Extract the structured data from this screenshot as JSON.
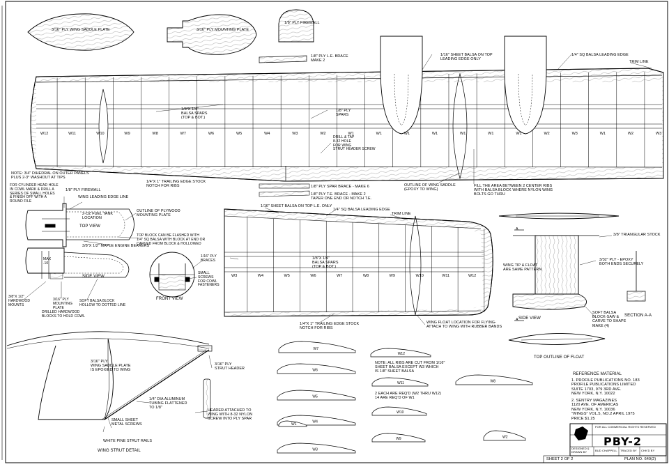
{
  "sheet": {
    "border_color": "#000000",
    "wood_color": "#888888"
  },
  "parts": {
    "wing_saddle_plate": "3/16\" PLY WING SADDLE PLATE",
    "mounting_plate": "3/16\" PLY MOUNTING PLATE",
    "firewall": "1/8\" PLY FIREWALL",
    "le_brace": "1/8\" PLY L.E. BRACE\nMAKE 2",
    "sheet_top_le": "1/16\" SHEET BALSA ON TOP\nLEADING EDGE ONLY",
    "sq_balsa_le": "1/4\" SQ BALSA LEADING EDGE",
    "trim_line": "TRIM LINE",
    "balsa_spars": "1/8\"X 1/4\"\nBALSA SPARS\n(TOP & BOT.)",
    "ply_spars": "1/8\" PLY\nSPARS",
    "drill_tap": "DRILL & TAP\n8-32 HOLE\nFOR WING\nSTRUT HEADER SCREW",
    "dihedral_note": "NOTE: 3/4\" DIHEDRAL ON OUTER PANELS\nPLUS 2-3° WASHOUT AT TIPS",
    "te_stock": "1/4\"X 1\" TRAILING EDGE STOCK\nNOTCH FOR RIBS",
    "spar_brace": "1/8\" PLY SPAR BRACE - MAKE 6",
    "te_brace": "1/8\" PLY T.E. BRACE - MAKE 2\nTAPER ONE END OR NOTCH T.E.",
    "saddle_outline": "OUTLINE OF WING SADDLE\n(EPOXY TO WING)",
    "fill_area": "FILL THE AREA BETWEEN 2 CENTER RIBS\nWITH BALSA BLOCK WHERE NYLON WING\nBOLTS GO THRU",
    "cyl_head_hole": "FOR CYLINDER HEAD HOLE\nIN COWL MARK & DRILL A\nSERIES OF SMALL HOLES\n& FINISH OFF WITH A\nROUND FILE",
    "ply_firewall_small": "1/8\" PLY FIREWALL",
    "wing_le_line": "WING LEADING EDGE LINE",
    "fuel_tank": "2-OZ FUEL TANK\nLOCATION",
    "outline_plywood": "OUTLINE OF PLYWOOD\nMOUNTING PLATE",
    "top_view": "TOP VIEW",
    "top_block": "TOP BLOCK CAN BE FLASHED WITH\n1/4\" SQ BALSA WITH BLOCK AT END OR\nCARVED FROM BLOCK & HOLLOWED",
    "maple_bearers": "3/8\"X 1/2\" MAPLE ENGINE BEARERS",
    "max": "MAX\n.10",
    "side_view": "SIDE VIEW",
    "hardwood_mounts": "3/8\"X 1/2\"\nHARDWOOD\nMOUNTS",
    "ply_mounting_plate": "3/16\" PLY\nMOUNTING\nPLATE",
    "soft_block": "SOFT BALSA BLOCK\nHOLLOW TO DOTTED LINE",
    "drilled_blocks": "DRILLED HARDWOOD\nBLOCKS TO HOLD COWL",
    "ply_braces": "1/16\" PLY\nBRACES",
    "small_screws": "SMALL\nSCREWS\nFOR COWL\nFASTENERS",
    "front_view": "FRONT VIEW",
    "sheet_top_le_2": "1/16\" SHEET BALSA ON TOP L.E. ONLY",
    "sq_balsa_le_2": "1/4\" SQ BALSA LEADING EDGE",
    "trim_line_2": "TRIM LINE",
    "balsa_spars_2": "1/8\"X 1/4\"\nBALSA SPARS\n(TOP & BOT.)",
    "te_stock_2": "1/4\"X 1\" TRAILING EDGE STOCK\nNOTCH FOR RIBS",
    "float_location": "WING FLOAT LOCATION FOR FLYING-\nATTACH TO WING WITH RUBBER BANDS",
    "triangular_stock": "3/8\" TRIANGULAR STOCK",
    "ply_epoxy": "3/32\" PLY - EPOXY\nBOTH ENDS SECURELY",
    "same_pattern": "WING TIP & FLOAT\nARE SAME PATTERN",
    "side_view_float": "SIDE VIEW",
    "soft_balsa_float": "SOFT BALSA\nBLOCK-SAW &\nCARVE TO SHAPE\nMAKE (4)",
    "section_aa": "SECTION A-A",
    "section_a1": "A",
    "section_a2": "A",
    "top_outline_float": "TOP OUTLINE OF FLOAT",
    "ribs_note": "NOTE: ALL RIBS ARE CUT FROM 1/16\"\nSHEET BALSA EXCEPT W3 WHICH\nIS 1/8\" SHEET BALSA",
    "reqd_note": "2 EACH ARE REQ'D (W2 THRU W12)\n14 ARE REQ'D OF W1",
    "saddle_plate_epoxied": "3/16\" PLY\nWING SADDLE PLATE\nIS EPOXIED TO WING",
    "strut_header": "3/16\" PLY\nSTRUT HEADER",
    "alu_tubing": "1/4\" DIA ALUMINUM\nTUBING FLATTENED\nTO 1/8\"",
    "sheet_metal_screws": "SMALL SHEET\nMETAL SCREWS",
    "header_attached": "HEADER ATTACHED TO\nWING WITH 8-32 NYLON\nSCREW INTO PLY SPAR",
    "white_pine": "WHITE PINE STRUT RAILS",
    "wing_strut_detail": "WING STRUT DETAIL"
  },
  "main_wing_ribs": [
    "W12",
    "W11",
    "W10",
    "W9",
    "W8",
    "W7",
    "W6",
    "W5",
    "W4",
    "W3",
    "W2",
    "W1",
    "W1",
    "W1",
    "W1",
    "W1",
    "W1",
    "W1",
    "W2",
    "W3",
    "W1",
    "W2",
    "W3"
  ],
  "outer_panel_ribs": [
    "W3",
    "W4",
    "W5",
    "W6",
    "W7",
    "W8",
    "W9",
    "W10",
    "W11",
    "W12"
  ],
  "rib_templates": [
    "W7",
    "W6",
    "W5",
    "W4",
    "W3",
    "W1",
    "W12",
    "W11",
    "W10",
    "W9",
    "W8",
    "W2"
  ],
  "reference": {
    "heading": "REFERENCE MATERIAL",
    "item1": "1. PROFILE PUBLICATIONS NO. 183\n   PROFILE PUBLICATIONS LIMITED\n   SUITE 1703, 979 3RD AVE.\n   NEW YORK, N.Y. 10022",
    "item2": "2. SENTRY MAGAZINES\n   1120 AVE. OF AMERICAS\n   NEW YORK, N.Y. 10036\n   \"WINGS\" VOL.5, NO.2 APRIL 1975\n   PRICE $1.25"
  },
  "titleblock": {
    "rights": "FOR ALL COMMERCIAL RIGHTS RESERVED",
    "title": "PBY-2",
    "designer": "DESIGNED &\nDRAWN BY",
    "designer_name": "BUD CHAPPELL",
    "traced": "TRACED BY",
    "checked": "CHK'D BY",
    "sheet": "SHEET 2 OF 2",
    "plan_no": "PLAN NO. 649(2)"
  }
}
